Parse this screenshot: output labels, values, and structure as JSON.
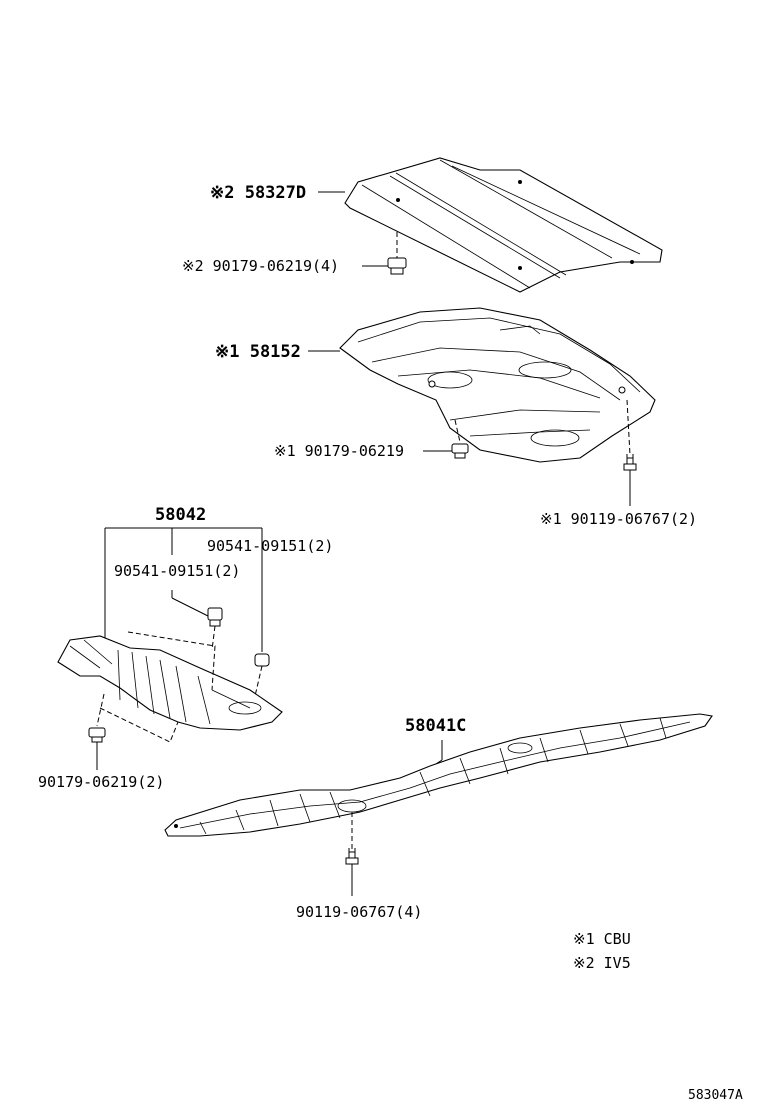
{
  "labels": {
    "p58327d": "※2 58327D",
    "f90179_4": "※2 90179-06219(4)",
    "p58152": "※1 58152",
    "f90179_1": "※1 90179-06219",
    "f90119_2": "※1 90119-06767(2)",
    "p58042": "58042",
    "f90541_a": "90541-09151(2)",
    "f90541_b": "90541-09151(2)",
    "f90179_2": "90179-06219(2)",
    "p58041c": "58041C",
    "f90119_4": "90119-06767(4)"
  },
  "legend": {
    "note1": "※1 CBU",
    "note2": "※2 IV5"
  },
  "figure_code": "583047A"
}
